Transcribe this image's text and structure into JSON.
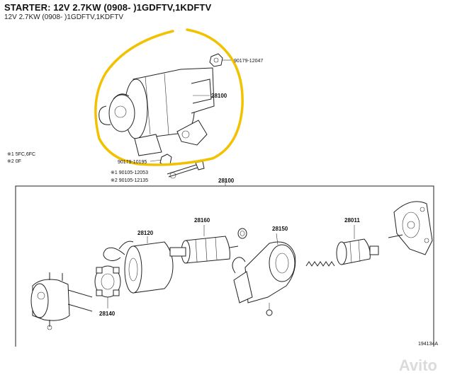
{
  "title": "STARTER: 12V 2.7KW (0908- )1GDFTV,1KDFTV",
  "subtitle": "12V 2.7KW (0908- )1GDFTV,1KDFTV",
  "notes": [
    "※1 5FC,6FC",
    "※2 0F"
  ],
  "labels": {
    "p90179_12047": "90179-12047",
    "p28100_top": "28100",
    "p90179_10195": "90179-10195",
    "p90105_12053": "※1 90105-12053",
    "p90105_12135": "※2 90105-12135",
    "p28100_exploded": "28100",
    "p28160": "28160",
    "p28150": "28150",
    "p28011": "28011",
    "p28120": "28120",
    "p28140": "28140"
  },
  "figure_code": "194134A",
  "highlight_color": "#f2c200",
  "watermark": "Avito"
}
